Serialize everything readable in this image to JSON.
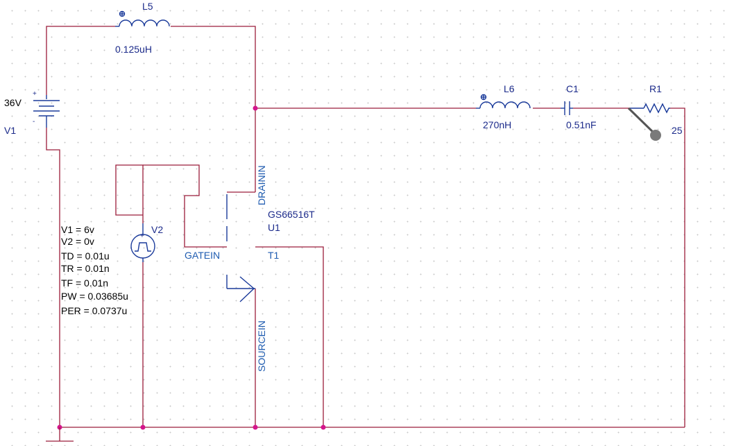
{
  "components": {
    "v1": {
      "ref": "V1",
      "value": "36V",
      "plus": "+",
      "minus": "-"
    },
    "l5": {
      "ref": "L5",
      "value": "0.125uH"
    },
    "l6": {
      "ref": "L6",
      "value": "270nH"
    },
    "c1": {
      "ref": "C1",
      "value": "0.51nF"
    },
    "r1": {
      "ref": "R1",
      "value": "25"
    },
    "v2": {
      "ref": "V2",
      "params": [
        "V1 = 6v",
        "V2 = 0v",
        "TD = 0.01u",
        "TR = 0.01n",
        "TF = 0.01n",
        "PW = 0.03685u",
        "PER = 0.0737u"
      ]
    },
    "u1": {
      "part": "GS66516T",
      "ref": "U1",
      "pins": {
        "drain": "DRAININ",
        "gate": "GATEIN",
        "source": "SOURCEIN",
        "thermal": "T1"
      }
    }
  },
  "colors": {
    "wire": "#9b1c3a",
    "component": "#1a3a9a",
    "node": "#d4168c",
    "label": "#1b2a8a",
    "pin_label": "#1e5bb0"
  }
}
